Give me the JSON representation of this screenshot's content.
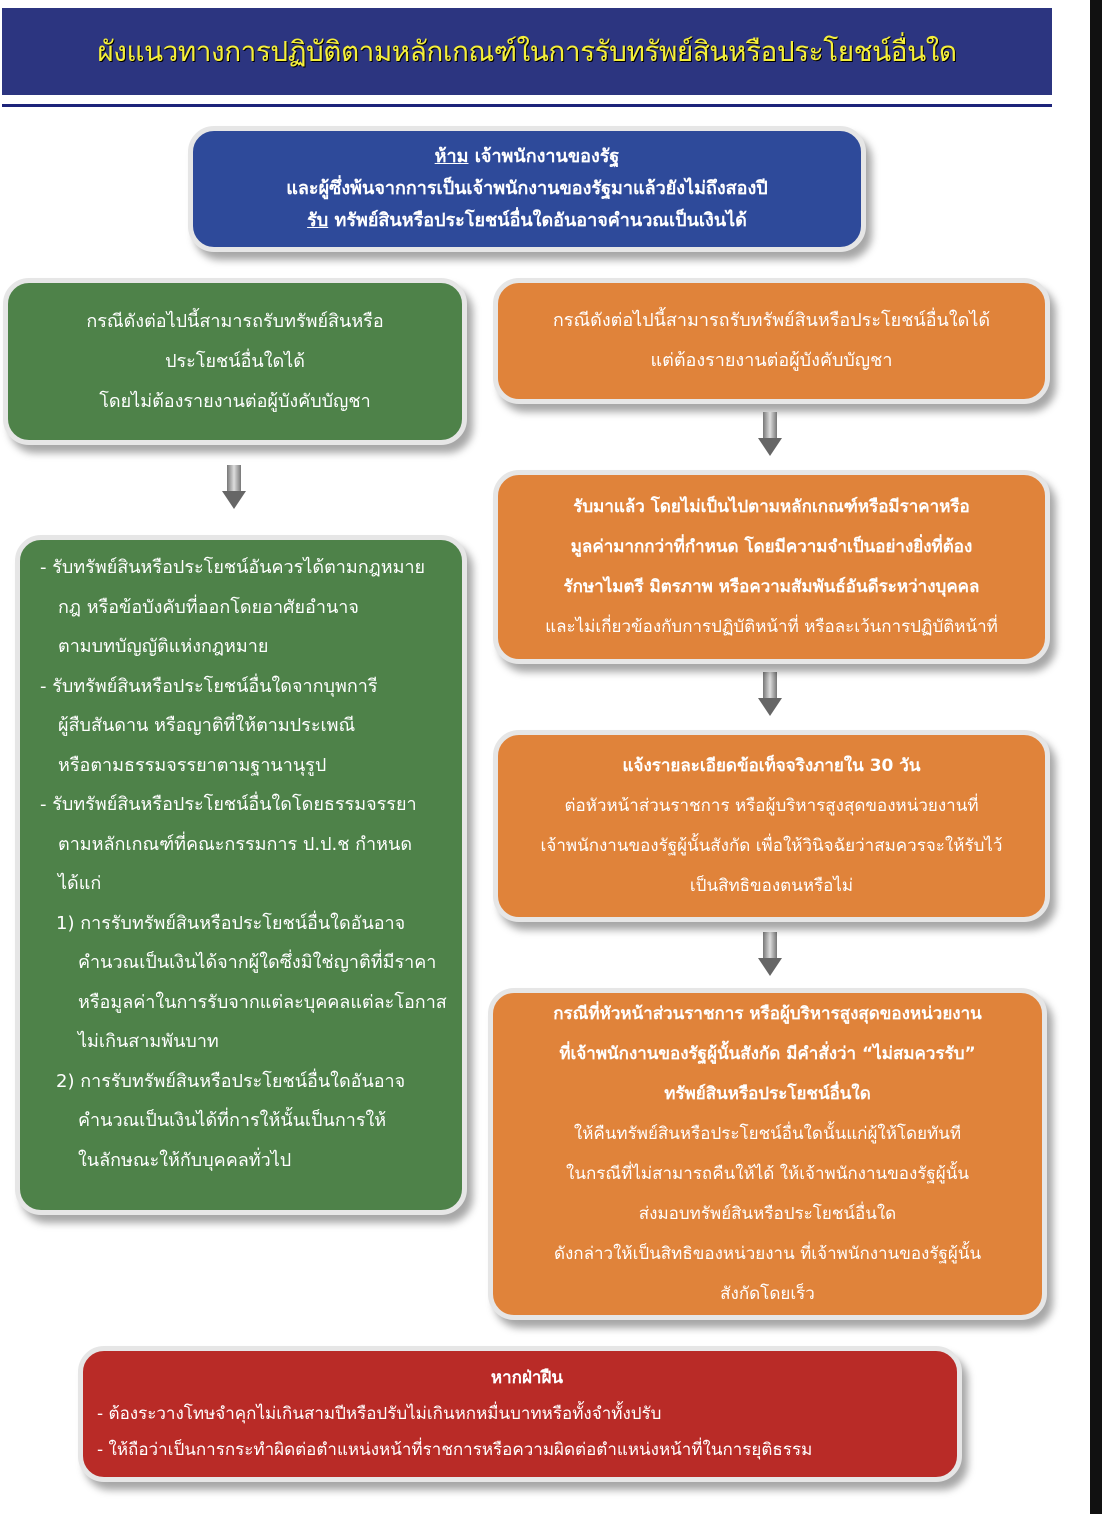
{
  "title": "ผังแนวทางการปฏิบัติตามหลักเกณฑ์ในการรับทรัพย์สินหรือประโยชน์อื่นใด",
  "top_box": {
    "line1_underlined": "ห้าม",
    "line1_rest": " เจ้าพนักงานของรัฐ",
    "line2": "และผู้ซึ่งพ้นจากการเป็นเจ้าพนักงานของรัฐมาแล้วยังไม่ถึงสองปี",
    "line3_underlined": "รับ",
    "line3_rest": " ทรัพย์สินหรือประโยชน์อื่นใดอันอาจคำนวณเป็นเงินได้"
  },
  "green_header": {
    "lines": [
      "กรณีดังต่อไปนี้สามารถรับทรัพย์สินหรือ",
      "ประโยชน์อื่นใดได้",
      "โดยไม่ต้องรายงานต่อผู้บังคับบัญชา"
    ]
  },
  "green_list": {
    "lines": [
      "- รับทรัพย์สินหรือประโยชน์อันควรได้ตามกฎหมาย",
      "กฎ หรือข้อบังคับที่ออกโดยอาศัยอำนาจ",
      "ตามบทบัญญัติแห่งกฎหมาย",
      "- รับทรัพย์สินหรือประโยชน์อื่นใดจากบุพการี",
      "ผู้สืบสันดาน หรือญาติที่ให้ตามประเพณี",
      "หรือตามธรรมจรรยาตามฐานานุรูป",
      "- รับทรัพย์สินหรือประโยชน์อื่นใดโดยธรรมจรรยา",
      "ตามหลักเกณฑ์ที่คณะกรรมการ ป.ป.ช กำหนด",
      "ได้แก่",
      "1) การรับทรัพย์สินหรือประโยชน์อื่นใดอันอาจ",
      "คำนวณเป็นเงินได้จากผู้ใดซึ่งมิใช่ญาติที่มีราคา",
      "หรือมูลค่าในการรับจากแต่ละบุคคลแต่ละโอกาส",
      "ไม่เกินสามพันบาท",
      "2) การรับทรัพย์สินหรือประโยชน์อื่นใดอันอาจ",
      "คำนวณเป็นเงินได้ที่การให้นั้นเป็นการให้",
      "ในลักษณะให้กับบุคคลทั่วไป"
    ]
  },
  "orange_header": {
    "lines": [
      "กรณีดังต่อไปนี้สามารถรับทรัพย์สินหรือประโยชน์อื่นใดได้",
      "แต่ต้องรายงานต่อผู้บังคับบัญชา"
    ]
  },
  "orange_step1": {
    "bold_lines": [
      "รับมาแล้ว โดยไม่เป็นไปตามหลักเกณฑ์หรือมีราคาหรือ",
      "มูลค่ามากกว่าที่กำหนด โดยมีความจำเป็นอย่างยิ่งที่ต้อง",
      "รักษาไมตรี มิตรภาพ หรือความสัมพันธ์อันดีระหว่างบุคคล"
    ],
    "lines": [
      "และไม่เกี่ยวข้องกับการปฏิบัติหน้าที่ หรือละเว้นการปฏิบัติหน้าที่"
    ]
  },
  "orange_step2": {
    "bold_lines": [
      "แจ้งรายละเอียดข้อเท็จจริงภายใน 30 วัน"
    ],
    "lines": [
      "ต่อหัวหน้าส่วนราชการ หรือผู้บริหารสูงสุดของหน่วยงานที่",
      "เจ้าพนักงานของรัฐผู้นั้นสังกัด เพื่อให้วินิจฉัยว่าสมควรจะให้รับไว้",
      "เป็นสิทธิของตนหรือไม่"
    ]
  },
  "orange_step3": {
    "bold_lines": [
      "กรณีที่หัวหน้าส่วนราชการ หรือผู้บริหารสูงสุดของหน่วยงาน",
      "ที่เจ้าพนักงานของรัฐผู้นั้นสังกัด มีคำสั่งว่า “ไม่สมควรรับ”",
      "ทรัพย์สินหรือประโยชน์อื่นใด"
    ],
    "lines": [
      "ให้คืนทรัพย์สินหรือประโยชน์อื่นใดนั้นแก่ผู้ให้โดยทันที",
      "ในกรณีที่ไม่สามารถคืนให้ได้ ให้เจ้าพนักงานของรัฐผู้นั้น",
      "ส่งมอบทรัพย์สินหรือประโยชน์อื่นใด",
      "ดังกล่าวให้เป็นสิทธิของหน่วยงาน ที่เจ้าพนักงานของรัฐผู้นั้น",
      "สังกัดโดยเร็ว"
    ]
  },
  "penalty": {
    "heading": "หากฝ่าฝืน",
    "lines": [
      "- ต้องระวางโทษจำคุกไม่เกินสามปีหรือปรับไม่เกินหกหมื่นบาทหรือทั้งจำทั้งปรับ",
      "- ให้ถือว่าเป็นการกระทำผิดต่อตำแหน่งหน้าที่ราชการหรือความผิดต่อตำแหน่งหน้าที่ในการยุติธรรม"
    ]
  },
  "colors": {
    "title_bg": "#2c3580",
    "title_text": "#f5ef3a",
    "blue": "#2e4a9a",
    "green": "#4e8249",
    "orange": "#e0833a",
    "red": "#b92b27"
  }
}
